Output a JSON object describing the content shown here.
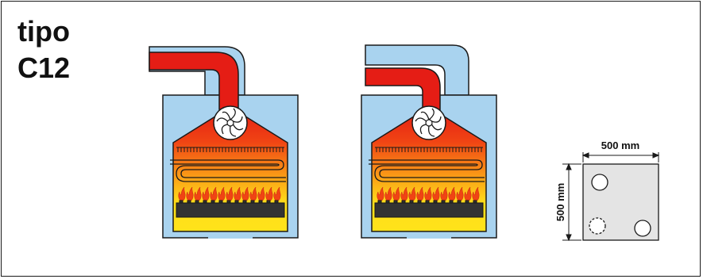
{
  "title": {
    "line1": "tipo",
    "line2": "C12"
  },
  "dimensions": {
    "width_label": "500 mm",
    "height_label": "500 mm"
  },
  "colors": {
    "air": "#a9d3ef",
    "exhaust": "#e51d15",
    "flame_yellow": "#ffe21a",
    "outline": "#1a1a1a",
    "wall": "#e4e4e4"
  }
}
